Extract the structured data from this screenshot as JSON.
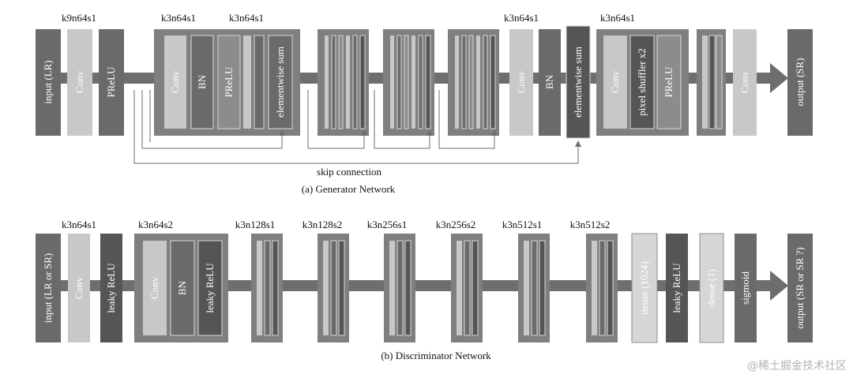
{
  "generator": {
    "caption": "(a) Generator Network",
    "skip_label": "skip connection",
    "labels": {
      "k9n64s1": "k9n64s1",
      "block1": "k3n64s1",
      "block2": "k3n64s1",
      "postconv": "k3n64s1",
      "upsample": "k3n64s1"
    },
    "blocks": {
      "input": "input (LR)",
      "conv1": "Conv",
      "prelu1": "PReLU",
      "res_conv": "Conv",
      "res_bn": "BN",
      "res_prelu": "PReLU",
      "res_sum": "elementwise sum",
      "post_conv": "Conv",
      "post_bn": "BN",
      "post_sum": "elementwise sum",
      "up_conv": "Conv",
      "up_shuffler": "pixel shuffler x2",
      "up_prelu": "PReLU",
      "final_conv": "Conv",
      "output": "output (SR)"
    }
  },
  "discriminator": {
    "caption": "(b) Discriminator Network",
    "labels": {
      "l1": "k3n64s1",
      "l2": "k3n64s2",
      "l3": "k3n128s1",
      "l4": "k3n128s2",
      "l5": "k3n256s1",
      "l6": "k3n256s2",
      "l7": "k3n512s1",
      "l8": "k3n512s2"
    },
    "blocks": {
      "input": "input (LR or SR)",
      "conv1": "Conv",
      "leaky1": "leaky ReLU",
      "blk_conv": "Conv",
      "blk_bn": "BN",
      "blk_leaky": "leaky ReLU",
      "dense1024": "dense (1024)",
      "leaky2": "leaky ReLU",
      "dense1": "dense (1)",
      "sigmoid": "sigmoid",
      "output": "output (SR or SR ?)"
    }
  },
  "watermark": "@稀土掘金技术社区",
  "colors": {
    "arrow": "#6e6e6e",
    "dark": "#6a6a6a",
    "medium": "#8c8c8c",
    "light": "#c8c8c8",
    "lighter": "#d6d6d6",
    "group": "#7f7f7f",
    "darkest": "#555555"
  }
}
